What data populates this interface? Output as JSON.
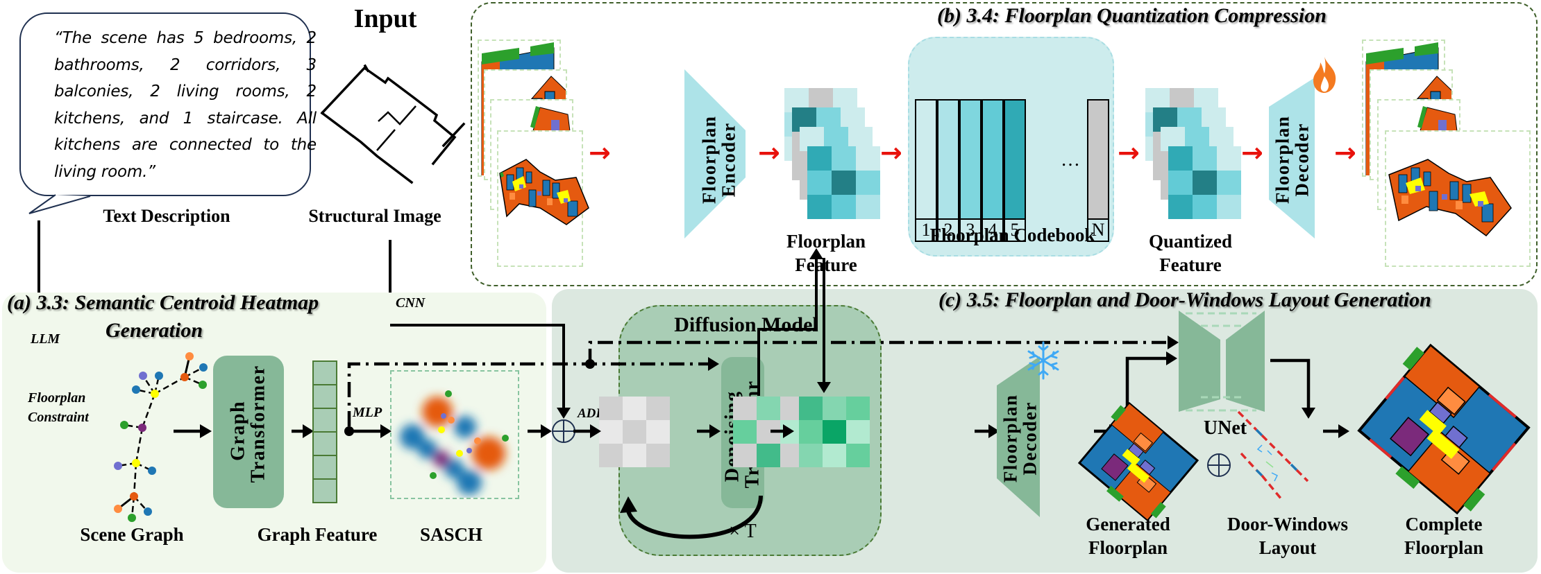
{
  "input": {
    "title": "Input",
    "text_description": "“The scene has 5 bedrooms, 2 bathrooms, 2 corridors, 3 balconies, 2 living rooms, 2 kitchens, and 1 staircase. All kitchens are connected to the living room.”",
    "text_label": "Text Description",
    "structural_label": "Structural Image"
  },
  "panel_a": {
    "title_line1": "(a) 3.3: Semantic Centroid Heatmap",
    "title_line2": "Generation",
    "llm_label": "LLM",
    "cnn_label": "CNN",
    "constraint_label_line1": "Floorplan",
    "constraint_label_line2": "Constraint",
    "mlp_label": "MLP",
    "graph_transformer_line1": "Graph",
    "graph_transformer_line2": "Transformer",
    "scene_graph_label": "Scene Graph",
    "graph_feature_label": "Graph Feature",
    "sasch_label": "SASCH",
    "graph_feature_cells": 6
  },
  "panel_b": {
    "title": "(b) 3.4: Floorplan Quantization Compression",
    "encoder_line1": "Floorplan",
    "encoder_line2": "Encoder",
    "decoder_line1": "Floorplan",
    "decoder_line2": "Decoder",
    "feature_label_line1": "Floorplan",
    "feature_label_line2": "Feature",
    "codebook_label": "Floorplan Codebook",
    "codebook_entries": [
      "1",
      "2",
      "3",
      "4",
      "5",
      "N"
    ],
    "codebook_ellipsis": "…",
    "quantized_label_line1": "Quantized",
    "quantized_label_line2": "Feature",
    "decoder_state_icon": "fire-icon"
  },
  "panel_c": {
    "title": "(c) 3.5: Floorplan and Door-Windows Layout Generation",
    "diffusion_title": "Diffusion Model",
    "denoise_line1": "Denoising",
    "denoise_line2": "Transformr",
    "loop_label": "× T",
    "add_label": "ADD",
    "decoder_line1": "Floorplan",
    "decoder_line2": "Decoder",
    "decoder_state_icon": "snowflake-icon",
    "unet_label": "UNet",
    "generated_line1": "Generated",
    "generated_line2": "Floorplan",
    "doorwin_line1": "Door-Windows",
    "doorwin_line2": "Layout",
    "complete_line1": "Complete",
    "complete_line2": "Floorplan"
  },
  "colors": {
    "teal_shades": [
      "#cdeced",
      "#ade3e8",
      "#7fd6de",
      "#62cbd6",
      "#30aab5",
      "#237f86"
    ],
    "gray": "#c8c8c8",
    "green_shades": [
      "#b2ead0",
      "#84d6b0",
      "#66cf9d",
      "#42bb8a",
      "#0aa566"
    ],
    "room_orange": "#e55a10",
    "room_blue": "#1f77b4",
    "room_green": "#2ca02c",
    "room_yellow": "#ffff00",
    "room_purple": "#7b2a7b",
    "room_lavender": "#7070d0",
    "room_lightorange": "#ff8c40",
    "arrow_red": "#e8120c"
  }
}
